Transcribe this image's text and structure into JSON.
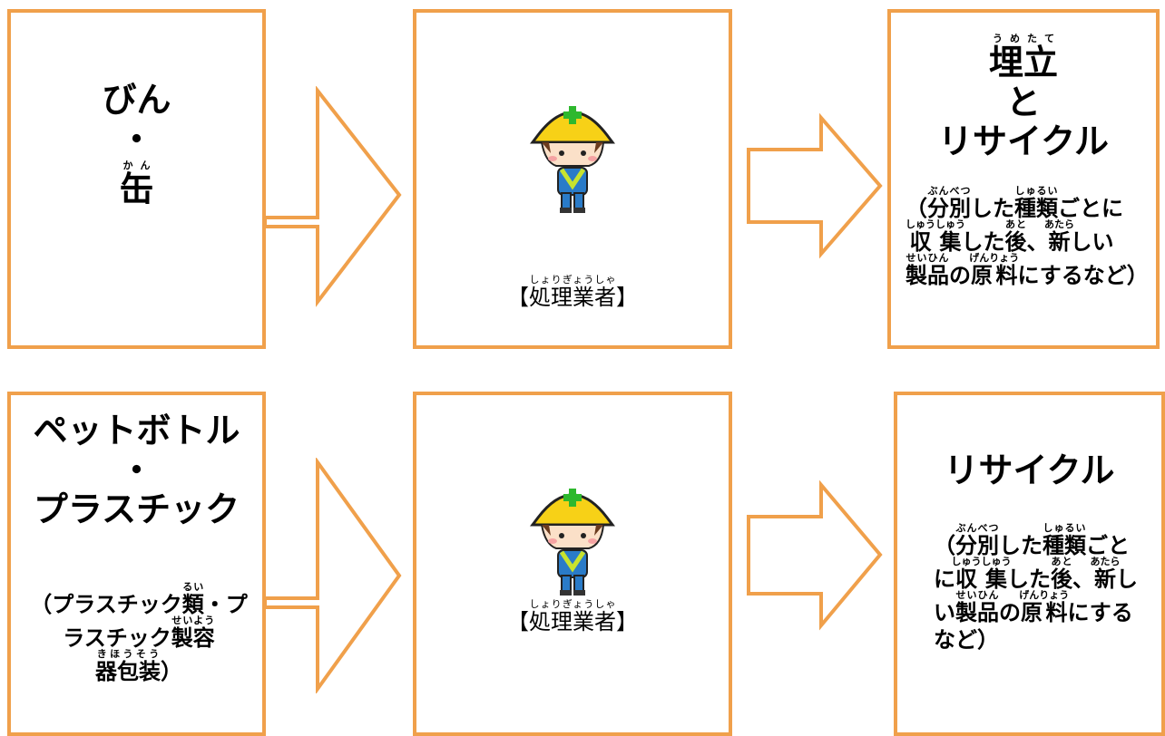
{
  "colors": {
    "border": "#f0a04b",
    "arrow": "#f0a04b",
    "helmet": "#f7d117",
    "cross": "#2eb82e"
  },
  "rows": [
    {
      "source": {
        "line1": "びん",
        "dot": "・",
        "line3": "缶",
        "line3_ruby": "かん"
      },
      "processor": {
        "label_open": "【",
        "label_text": "処理業者",
        "label_ruby": "しょりぎょうしゃ",
        "label_close": "】"
      },
      "result": {
        "title1": "埋立",
        "title1_ruby": "うめたて",
        "title2": "と",
        "title3": "リサイクル",
        "desc": [
          {
            "t": "（"
          },
          {
            "t": "分別",
            "r": "ぶんべつ"
          },
          {
            "t": "した"
          },
          {
            "t": "種類",
            "r": "しゅるい"
          },
          {
            "t": "ごと"
          },
          {
            "t": "に"
          },
          {
            "t": "収集",
            "r": "しゅうしゅう"
          },
          {
            "t": "した"
          },
          {
            "t": "後",
            "r": "あと"
          },
          {
            "t": "、"
          },
          {
            "t": "新",
            "r": "あたら"
          },
          {
            "t": "し"
          },
          {
            "t": "い"
          },
          {
            "t": "製品",
            "r": "せいひん"
          },
          {
            "t": "の"
          },
          {
            "t": "原料",
            "r": "げんりょう"
          },
          {
            "t": "にする"
          },
          {
            "t": "など）"
          }
        ]
      }
    },
    {
      "source": {
        "line1": "ペットボトル",
        "dot": "・",
        "line3": "プラスチック",
        "sub": [
          {
            "t": "（プラスチック"
          },
          {
            "t": "類",
            "r": "るい"
          },
          {
            "t": "・"
          },
          {
            "t": "プラスチック"
          },
          {
            "t": "製容",
            "r": "せいよう"
          },
          {
            "t": "器包装",
            "r": "きほうそう"
          },
          {
            "t": "）"
          }
        ]
      },
      "processor": {
        "label_open": "【",
        "label_text": "処理業者",
        "label_ruby": "しょりぎょうしゃ",
        "label_close": "】"
      },
      "result": {
        "title1": "リサイクル",
        "desc": [
          {
            "t": "（"
          },
          {
            "t": "分別",
            "r": "ぶんべつ"
          },
          {
            "t": "した"
          },
          {
            "t": "種類",
            "r": "しゅるい"
          },
          {
            "t": "ごと"
          },
          {
            "t": "に"
          },
          {
            "t": "収集",
            "r": "しゅうしゅう"
          },
          {
            "t": "した"
          },
          {
            "t": "後",
            "r": "あと"
          },
          {
            "t": "、"
          },
          {
            "t": "新",
            "r": "あたら"
          },
          {
            "t": "しい"
          },
          {
            "t": "製品",
            "r": "せいひん"
          },
          {
            "t": "の"
          },
          {
            "t": "原料",
            "r": "げんりょう"
          },
          {
            "t": "にす"
          },
          {
            "t": "るなど）"
          }
        ]
      }
    }
  ]
}
